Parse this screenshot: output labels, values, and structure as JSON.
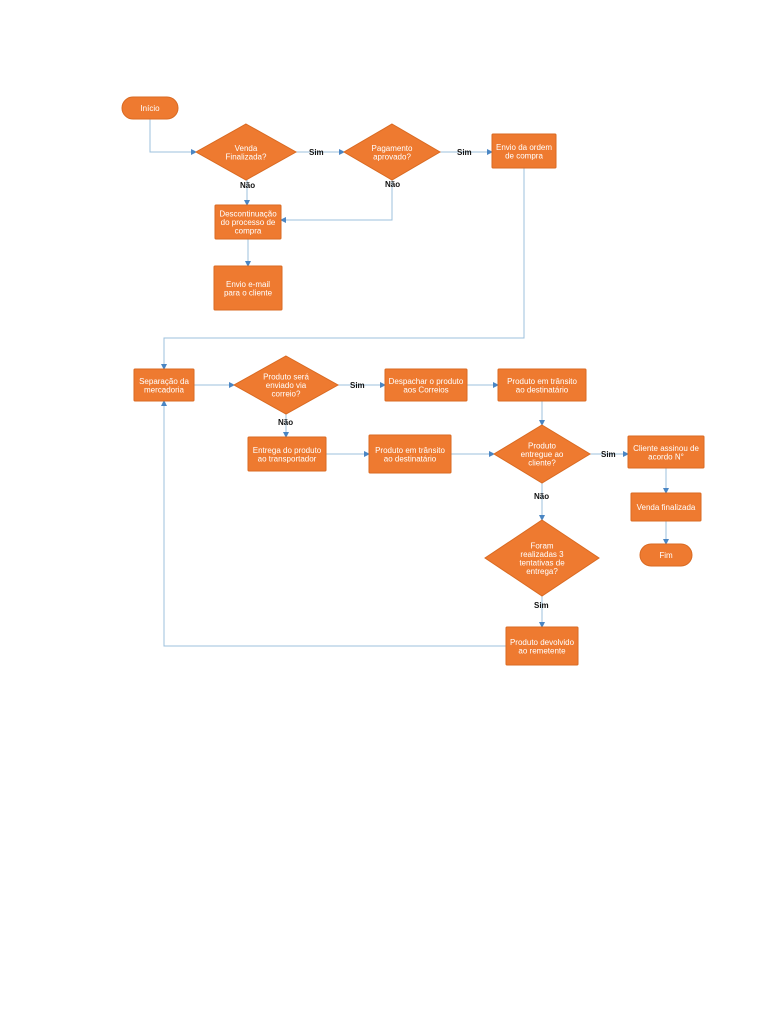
{
  "colors": {
    "node_fill": "#ee7a30",
    "node_stroke": "#d96a22",
    "connector": "#9cc0dc",
    "arrow": "#4a86c4",
    "label_text": "#111111",
    "node_text": "#ffffff"
  },
  "nodes": {
    "inicio": {
      "type": "terminal",
      "lines": [
        "Início"
      ]
    },
    "venda_finalizada_q": {
      "type": "decision",
      "lines": [
        "Venda",
        "Finalizada?"
      ]
    },
    "pagamento_aprovado_q": {
      "type": "decision",
      "lines": [
        "Pagamento",
        "aprovado?"
      ]
    },
    "envio_ordem_compra": {
      "type": "process",
      "lines": [
        "Envio da ordem",
        "de compra"
      ]
    },
    "descontinuacao": {
      "type": "process",
      "lines": [
        "Descontinuação",
        "do processo de",
        "compra"
      ]
    },
    "envio_email": {
      "type": "process",
      "lines": [
        "Envio e-mail",
        "para o cliente"
      ]
    },
    "separacao": {
      "type": "process",
      "lines": [
        "Separação da",
        "mercadoria"
      ]
    },
    "via_correio_q": {
      "type": "decision",
      "lines": [
        "Produto será",
        "enviado via",
        "correio?"
      ]
    },
    "despachar_correios": {
      "type": "process",
      "lines": [
        "Despachar o produto",
        "aos  Correios"
      ]
    },
    "transito_1": {
      "type": "process",
      "lines": [
        "Produto em  trânsito",
        "ao destinatário"
      ]
    },
    "entrega_transportador": {
      "type": "process",
      "lines": [
        "Entrega do produto",
        "ao transportador"
      ]
    },
    "transito_2": {
      "type": "process",
      "lines": [
        "Produto em  trânsito",
        "ao destinatário"
      ]
    },
    "entregue_cliente_q": {
      "type": "decision",
      "lines": [
        "Produto",
        "entregue ao",
        "cliente?"
      ]
    },
    "cliente_assinou": {
      "type": "process",
      "lines": [
        "Cliente assinou de",
        "acordo N°"
      ]
    },
    "venda_finalizada": {
      "type": "process",
      "lines": [
        "Venda finalizada"
      ]
    },
    "fim": {
      "type": "terminal",
      "lines": [
        "Fim"
      ]
    },
    "tres_tentativas_q": {
      "type": "decision",
      "lines": [
        "Foram",
        "realizadas 3",
        "tentativas de",
        "entrega?"
      ]
    },
    "produto_devolvido": {
      "type": "process",
      "lines": [
        "Produto devolvido",
        "ao remetente"
      ]
    }
  },
  "edges": [
    {
      "from": "inicio",
      "to": "venda_finalizada_q",
      "label": ""
    },
    {
      "from": "venda_finalizada_q",
      "to": "pagamento_aprovado_q",
      "label": "Sim"
    },
    {
      "from": "pagamento_aprovado_q",
      "to": "envio_ordem_compra",
      "label": "Sim"
    },
    {
      "from": "venda_finalizada_q",
      "to": "descontinuacao",
      "label": "Não"
    },
    {
      "from": "pagamento_aprovado_q",
      "to": "descontinuacao",
      "label": "Não"
    },
    {
      "from": "descontinuacao",
      "to": "envio_email",
      "label": ""
    },
    {
      "from": "envio_ordem_compra",
      "to": "separacao",
      "label": ""
    },
    {
      "from": "separacao",
      "to": "via_correio_q",
      "label": ""
    },
    {
      "from": "via_correio_q",
      "to": "despachar_correios",
      "label": "Sim"
    },
    {
      "from": "despachar_correios",
      "to": "transito_1",
      "label": ""
    },
    {
      "from": "via_correio_q",
      "to": "entrega_transportador",
      "label": "Não"
    },
    {
      "from": "entrega_transportador",
      "to": "transito_2",
      "label": ""
    },
    {
      "from": "transito_1",
      "to": "entregue_cliente_q",
      "label": ""
    },
    {
      "from": "transito_2",
      "to": "entregue_cliente_q",
      "label": ""
    },
    {
      "from": "entregue_cliente_q",
      "to": "cliente_assinou",
      "label": "Sim"
    },
    {
      "from": "cliente_assinou",
      "to": "venda_finalizada",
      "label": ""
    },
    {
      "from": "venda_finalizada",
      "to": "fim",
      "label": ""
    },
    {
      "from": "entregue_cliente_q",
      "to": "tres_tentativas_q",
      "label": "Não"
    },
    {
      "from": "tres_tentativas_q",
      "to": "produto_devolvido",
      "label": "Sim"
    },
    {
      "from": "produto_devolvido",
      "to": "separacao",
      "label": ""
    }
  ]
}
